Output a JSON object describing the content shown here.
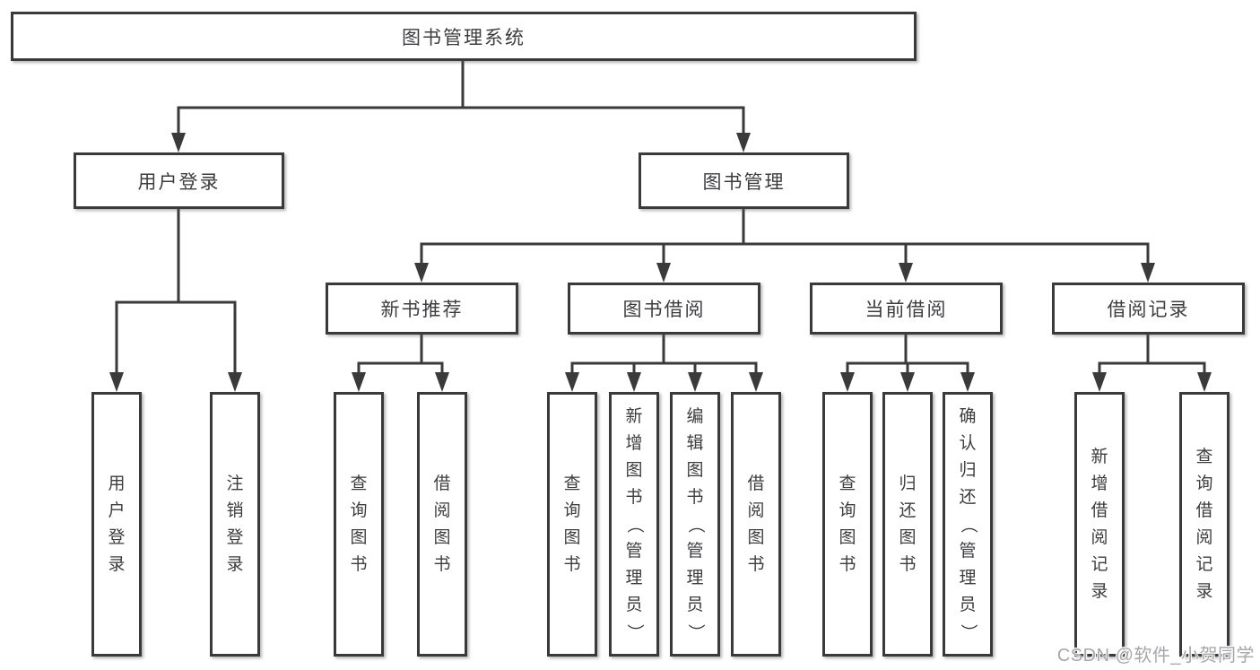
{
  "diagram": {
    "root": {
      "label": "图书管理系统"
    },
    "branches": [
      {
        "label": "用户登录",
        "children": [
          "用户登录",
          "注销登录"
        ]
      },
      {
        "label": "图书管理",
        "children": [
          {
            "label": "新书推荐",
            "children": [
              "查询图书",
              "借阅图书"
            ]
          },
          {
            "label": "图书借阅",
            "children": [
              "查询图书",
              "新增图书（管理员）",
              "编辑图书（管理员）",
              "借阅图书"
            ]
          },
          {
            "label": "当前借阅",
            "children": [
              "查询图书",
              "归还图书",
              "确认归还（管理员）"
            ]
          },
          {
            "label": "借阅记录",
            "children": [
              "新增借阅记录",
              "查询借阅记录"
            ]
          }
        ]
      }
    ]
  },
  "watermark": "CSDN @软件_小贺同学",
  "colors": {
    "line": "#3a3a3a",
    "text": "#3d3d40",
    "background": "#ffffff",
    "watermark": "#a6a6ab"
  }
}
